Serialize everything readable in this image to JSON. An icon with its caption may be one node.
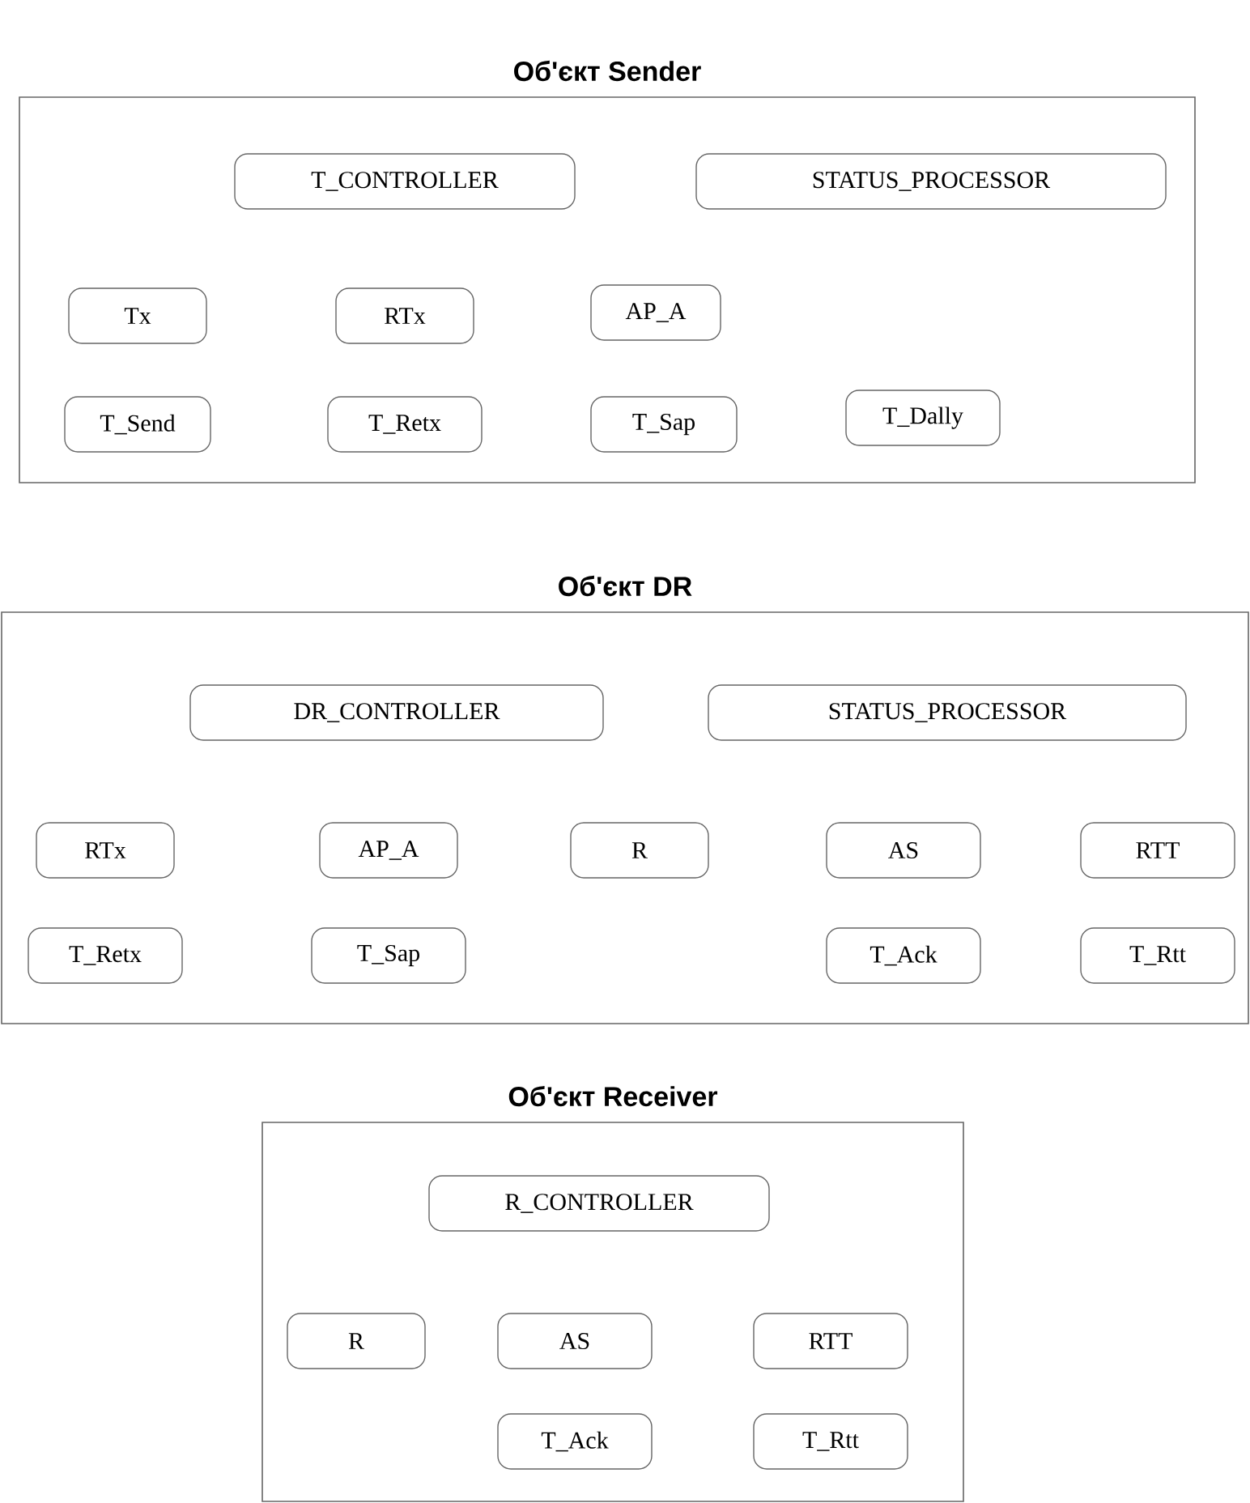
{
  "diagram": {
    "nodes": [
      {
        "text": [
          "Об'єкт Sender"
        ]
      },
      {
        "text": [
          "T_CONTROLLER"
        ],
        "in": 0
      },
      {
        "text": [
          "STATUS_PROCESSOR"
        ],
        "in": 0
      },
      {
        "text": [
          "Tx"
        ],
        "in": 0
      },
      {
        "text": [
          "RTx"
        ],
        "in": 0
      },
      {
        "text": [
          "AP_A"
        ],
        "in": 0
      },
      {
        "text": [
          "T_Send"
        ],
        "in": 0
      },
      {
        "text": [
          "T_Retx"
        ],
        "in": 0
      },
      {
        "text": [
          "T_Sap"
        ],
        "in": 0
      },
      {
        "text": [
          "T_Dally"
        ],
        "in": 0
      },
      {
        "text": [
          "Об'єкт DR"
        ]
      },
      {
        "text": [
          "DR_CONTROLLER"
        ],
        "in": 10
      },
      {
        "text": [
          "STATUS_PROCESSOR"
        ],
        "in": 10
      },
      {
        "text": [
          "RTx"
        ],
        "in": 10
      },
      {
        "text": [
          "AP_A"
        ],
        "in": 10
      },
      {
        "text": [
          "R"
        ],
        "in": 10
      },
      {
        "text": [
          "AS"
        ],
        "in": 10
      },
      {
        "text": [
          "RTT"
        ],
        "in": 10
      },
      {
        "text": [
          "T_Retx"
        ],
        "in": 10
      },
      {
        "text": [
          "T_Sap"
        ],
        "in": 10
      },
      {
        "text": [
          "T_Ack"
        ],
        "in": 10
      },
      {
        "text": [
          "T_Rtt"
        ],
        "in": 10
      },
      {
        "text": [
          "Об'єкт Receiver"
        ]
      },
      {
        "text": [
          "R_CONTROLLER"
        ],
        "in": 22
      },
      {
        "text": [
          "R"
        ],
        "in": 22
      },
      {
        "text": [
          "AS"
        ],
        "in": 22
      },
      {
        "text": [
          "RTT"
        ],
        "in": 22
      },
      {
        "text": [
          "T_Ack"
        ],
        "in": 22
      },
      {
        "text": [
          "T_Rtt"
        ],
        "in": 22
      }
    ]
  }
}
